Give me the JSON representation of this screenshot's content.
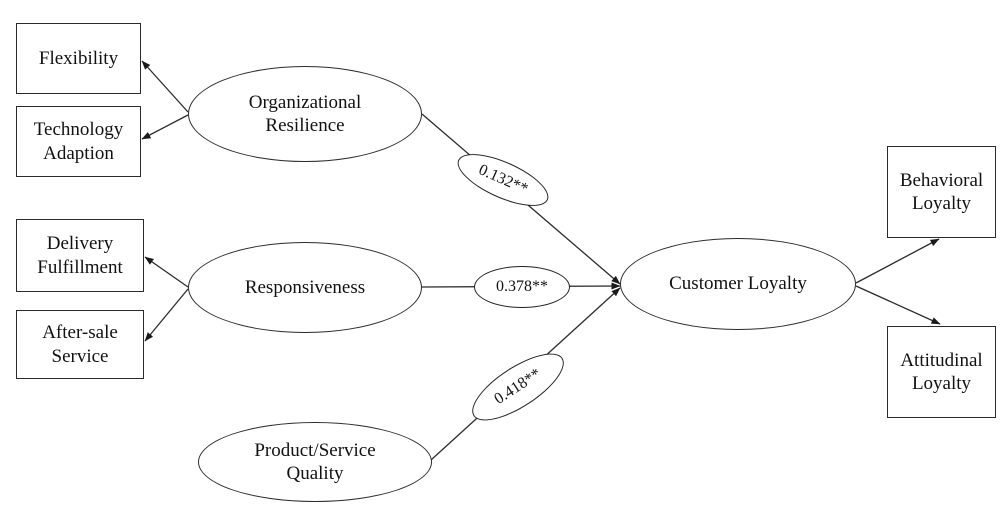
{
  "diagram": {
    "type": "SEM path diagram",
    "colors": {
      "background": "#ffffff",
      "stroke": "#2b2b2b",
      "text": "#111111"
    }
  },
  "nodes": {
    "flexibility": {
      "label": "Flexibility",
      "shape": "rectangle"
    },
    "technology_adaption": {
      "label": "Technology Adaption",
      "shape": "rectangle"
    },
    "delivery_fulfillment": {
      "label": "Delivery Fulfillment",
      "shape": "rectangle"
    },
    "after_sale_service": {
      "label": "After-sale Service",
      "shape": "rectangle"
    },
    "organizational_resilience": {
      "label": "Organizational Resilience",
      "shape": "ellipse"
    },
    "responsiveness": {
      "label": "Responsiveness",
      "shape": "ellipse"
    },
    "product_service_quality": {
      "label": "Product/Service Quality",
      "shape": "ellipse"
    },
    "customer_loyalty": {
      "label": "Customer Loyalty",
      "shape": "ellipse"
    },
    "behavioral_loyalty": {
      "label": "Behavioral Loyalty",
      "shape": "rectangle"
    },
    "attitudinal_loyalty": {
      "label": "Attitudinal Loyalty",
      "shape": "rectangle"
    }
  },
  "edges": [
    {
      "from": "Organizational Resilience",
      "to": "Flexibility"
    },
    {
      "from": "Organizational Resilience",
      "to": "Technology Adaption"
    },
    {
      "from": "Responsiveness",
      "to": "Delivery Fulfillment"
    },
    {
      "from": "Responsiveness",
      "to": "After-sale Service"
    },
    {
      "from": "Organizational Resilience",
      "to": "Customer Loyalty",
      "coefficient": "0.132**"
    },
    {
      "from": "Responsiveness",
      "to": "Customer Loyalty",
      "coefficient": "0.378**"
    },
    {
      "from": "Product/Service Quality",
      "to": "Customer Loyalty",
      "coefficient": "0.418**"
    },
    {
      "from": "Customer Loyalty",
      "to": "Behavioral Loyalty"
    },
    {
      "from": "Customer Loyalty",
      "to": "Attitudinal Loyalty"
    }
  ]
}
